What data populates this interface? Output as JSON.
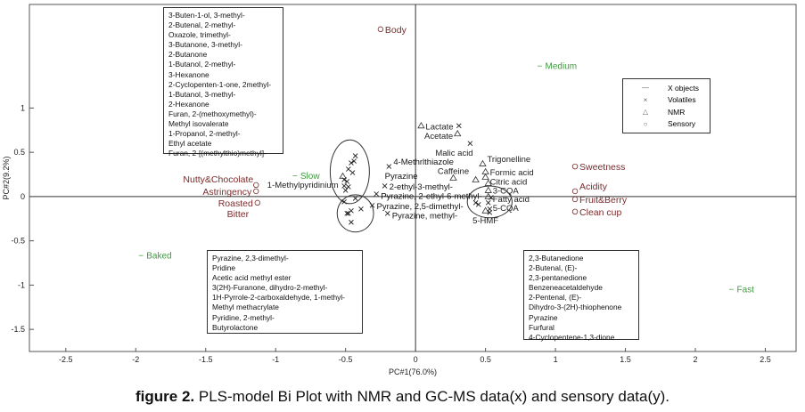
{
  "chart_data": {
    "type": "scatter",
    "title": "PLS-model Bi Plot with NMR and GC-MS data(x) and sensory data(y).",
    "figure_label": "figure 2.",
    "xlabel": "PC#1(76.0%)",
    "ylabel": "PC#2(9.2%)",
    "xlim": [
      -2.76,
      2.72
    ],
    "ylim": [
      -1.75,
      2.17
    ],
    "xticks": [
      -2.5,
      -2,
      -1.5,
      -1,
      -0.5,
      0,
      0.5,
      1,
      1.5,
      2,
      2.5
    ],
    "yticks": [
      -1.5,
      -1,
      -0.5,
      0,
      0.5,
      1
    ],
    "xtick_labels": [
      "-2.5",
      "-2",
      "-1.5",
      "-1",
      "-0.5",
      "0",
      "0.5",
      "1",
      "1.5",
      "2",
      "2.5"
    ],
    "ytick_labels": [
      "-1.5",
      "-1",
      "-0.5",
      "0",
      "0.5",
      "1"
    ],
    "grid": false,
    "legend": {
      "placement": "top-right",
      "entries": [
        {
          "marker": "—",
          "label": "X objects"
        },
        {
          "marker": "×",
          "label": "Volatiles"
        },
        {
          "marker": "△",
          "label": "NMR"
        },
        {
          "marker": "○",
          "label": "Sensory"
        }
      ]
    },
    "colors": {
      "sensory": "#7a2b2b",
      "xobjects": "#3f9a3f",
      "points": "#222222"
    },
    "x_objects": [
      {
        "label": "Medium",
        "x": 0.92,
        "y": 1.48
      },
      {
        "label": "Slow",
        "x": -0.83,
        "y": 0.24
      },
      {
        "label": "Baked",
        "x": -1.93,
        "y": -0.66
      },
      {
        "label": "Fast",
        "x": 2.29,
        "y": -1.04
      }
    ],
    "sensory": [
      {
        "label": "Body",
        "x": -0.25,
        "y": 1.89,
        "side": "right"
      },
      {
        "label": "Sweetness",
        "x": 1.14,
        "y": 0.34,
        "side": "right"
      },
      {
        "label": "Acidity",
        "x": 1.14,
        "y": 0.06,
        "side": "right-up"
      },
      {
        "label": "Fruit&Berry",
        "x": 1.14,
        "y": -0.03,
        "side": "right"
      },
      {
        "label": "Clean cup",
        "x": 1.14,
        "y": -0.17,
        "side": "right"
      },
      {
        "label": "Nutty&Chocolate",
        "x": -1.14,
        "y": 0.13,
        "side": "left-up"
      },
      {
        "label": "Astringency",
        "x": -1.14,
        "y": 0.06,
        "side": "left"
      },
      {
        "label": "Roasted",
        "x": -1.13,
        "y": -0.07,
        "side": "left"
      },
      {
        "label": "Bitter",
        "x": -1.16,
        "y": -0.19,
        "side": "left",
        "marker": false
      }
    ],
    "nmr": [
      {
        "label": "Lactate",
        "x": 0.04,
        "y": 0.8,
        "side": "right"
      },
      {
        "label": "Acetate",
        "x": 0.3,
        "y": 0.71,
        "side": "left"
      },
      {
        "label": "Caffeine",
        "x": 0.27,
        "y": 0.21,
        "side": "above"
      },
      {
        "label": "Malic acid",
        "x": 0.43,
        "y": 0.19,
        "side": "left-down"
      },
      {
        "label": "Trigonelline",
        "x": 0.48,
        "y": 0.37,
        "side": "right-up"
      },
      {
        "label": "Formic acid",
        "x": 0.5,
        "y": 0.28,
        "side": "right"
      },
      {
        "label": "Citric acid",
        "x": 0.5,
        "y": 0.22,
        "side": "right"
      },
      {
        "label": "3-CQA",
        "x": 0.52,
        "y": 0.15,
        "side": "right"
      },
      {
        "label": "Fatty acid",
        "x": 0.52,
        "y": 0.07,
        "side": "right"
      },
      {
        "label": "5-CQA",
        "x": 0.52,
        "y": 0.0,
        "side": "right"
      },
      {
        "label": "5-HMF",
        "x": 0.5,
        "y": -0.16,
        "side": "below"
      },
      {
        "label": "1-Methylpyridinium",
        "x": -0.52,
        "y": 0.23,
        "side": "left"
      }
    ],
    "volatiles": [
      {
        "label": "4-Methrlthiazole",
        "x": -0.19,
        "y": 0.34,
        "side": "right-up"
      },
      {
        "label": "2-ethyl-3-methyl-",
        "x": -0.22,
        "y": 0.12,
        "side": "right"
      },
      {
        "label": "Pyrazine, 2-ethyl-6-methyl-",
        "x": -0.28,
        "y": 0.03,
        "side": "right"
      },
      {
        "label": "Pyrazine, 2,5-dimethyl-",
        "x": -0.31,
        "y": -0.1,
        "side": "right"
      },
      {
        "label": "Pyrazine, methyl-",
        "x": -0.2,
        "y": -0.19,
        "side": "right"
      },
      {
        "x": 0.31,
        "y": 0.8
      },
      {
        "x": 0.39,
        "y": 0.6
      },
      {
        "x": -0.43,
        "y": 0.46
      },
      {
        "x": -0.44,
        "y": 0.4
      },
      {
        "x": -0.46,
        "y": 0.38
      },
      {
        "x": -0.48,
        "y": 0.31
      },
      {
        "x": -0.45,
        "y": 0.27
      },
      {
        "x": -0.51,
        "y": 0.19
      },
      {
        "x": -0.49,
        "y": 0.17
      },
      {
        "x": -0.51,
        "y": 0.12
      },
      {
        "x": -0.48,
        "y": 0.11
      },
      {
        "x": -0.5,
        "y": 0.07
      },
      {
        "x": -0.43,
        "y": -0.02
      },
      {
        "x": -0.51,
        "y": -0.06
      },
      {
        "x": -0.46,
        "y": -0.16
      },
      {
        "x": -0.49,
        "y": -0.19
      },
      {
        "x": -0.48,
        "y": -0.19
      },
      {
        "x": -0.39,
        "y": -0.14
      },
      {
        "x": -0.46,
        "y": -0.29
      },
      {
        "x": 0.43,
        "y": -0.07
      },
      {
        "x": 0.45,
        "y": -0.09
      },
      {
        "x": 0.52,
        "y": -0.07
      },
      {
        "x": 0.53,
        "y": -0.14
      },
      {
        "x": 0.53,
        "y": -0.18
      },
      {
        "x": 0.54,
        "y": -0.01
      }
    ],
    "annotations": [
      {
        "text": "Pyrazine",
        "x": -0.22,
        "y": 0.2
      }
    ],
    "clusters": [
      {
        "cx": -0.47,
        "cy": 0.28,
        "rx": 0.14,
        "ry": 0.36
      },
      {
        "cx": -0.43,
        "cy": -0.19,
        "rx": 0.13,
        "ry": 0.21
      },
      {
        "cx": 0.53,
        "cy": -0.06,
        "rx": 0.16,
        "ry": 0.18
      }
    ]
  },
  "boxes": {
    "top_left": [
      "3-Buten-1-ol, 3-methyl-",
      "2-Butenal, 2-methyl-",
      "Oxazole, trimethyl-",
      "3-Butanone, 3-methyl-",
      "2-Butanone",
      "1-Butanol, 2-methyl-",
      "3-Hexanone",
      "2-Cyclopenten-1-one, 2methyl-",
      "1-Butanol, 3-methyl-",
      "2-Hexanone",
      "Furan, 2-(methoxymethyl)-",
      "Methyl isovalerate",
      "1-Propanol, 2-methyl-",
      "Ethyl acetate",
      "Furan, 2-[(methylthio)methyl]-"
    ],
    "bottom_left": [
      "Pyrazine, 2,3-dimethyl-",
      "Pridine",
      "Acetic acid methyl ester",
      "3(2H)-Furanone, dihydro-2-methyl-",
      "1H-Pyrrole-2-carboxaldehyde, 1-methyl-",
      "Methyl methacrylate",
      "Pyridine, 2-methyl-",
      "Butyrolactone"
    ],
    "bottom_right": [
      "2,3-Butanedione",
      "2-Butenal, (E)-",
      "2,3-pentanedione",
      "Benzeneacetaldehyde",
      "2-Pentenal, (E)-",
      "Dihydro-3-(2H)-thiophenone",
      "Pyrazine",
      "Furfural",
      "4-Cyclopentene-1,3-dione"
    ]
  }
}
